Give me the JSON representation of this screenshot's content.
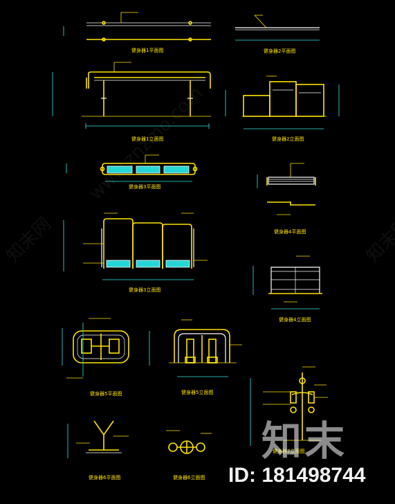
{
  "drawings": {
    "d1p": "健身器1平面图",
    "d2p": "健身器2平面图",
    "d1e": "健身器1立面图",
    "d2e": "健身器2立面图",
    "d3p": "健身器3平面图",
    "d4p": "健身器4平面图",
    "d3e": "健身器3立面图",
    "d4e": "健身器4立面图",
    "d5p": "健身器5平面图",
    "d5e": "健身器5立面图",
    "d7e": "健身器7立面图",
    "d6p": "健身器6平面图",
    "d6e": "健身器6立面图"
  },
  "watermark": {
    "site": "www.znzmo.com",
    "cn": "知末网",
    "brand": "知末",
    "id": "ID: 181498744"
  },
  "colors": {
    "line_main": "#ffe600",
    "line_detail": "#ffffff",
    "dimension": "#35e8e8",
    "fill_panel": "#26d6d6",
    "background": "#000000"
  }
}
